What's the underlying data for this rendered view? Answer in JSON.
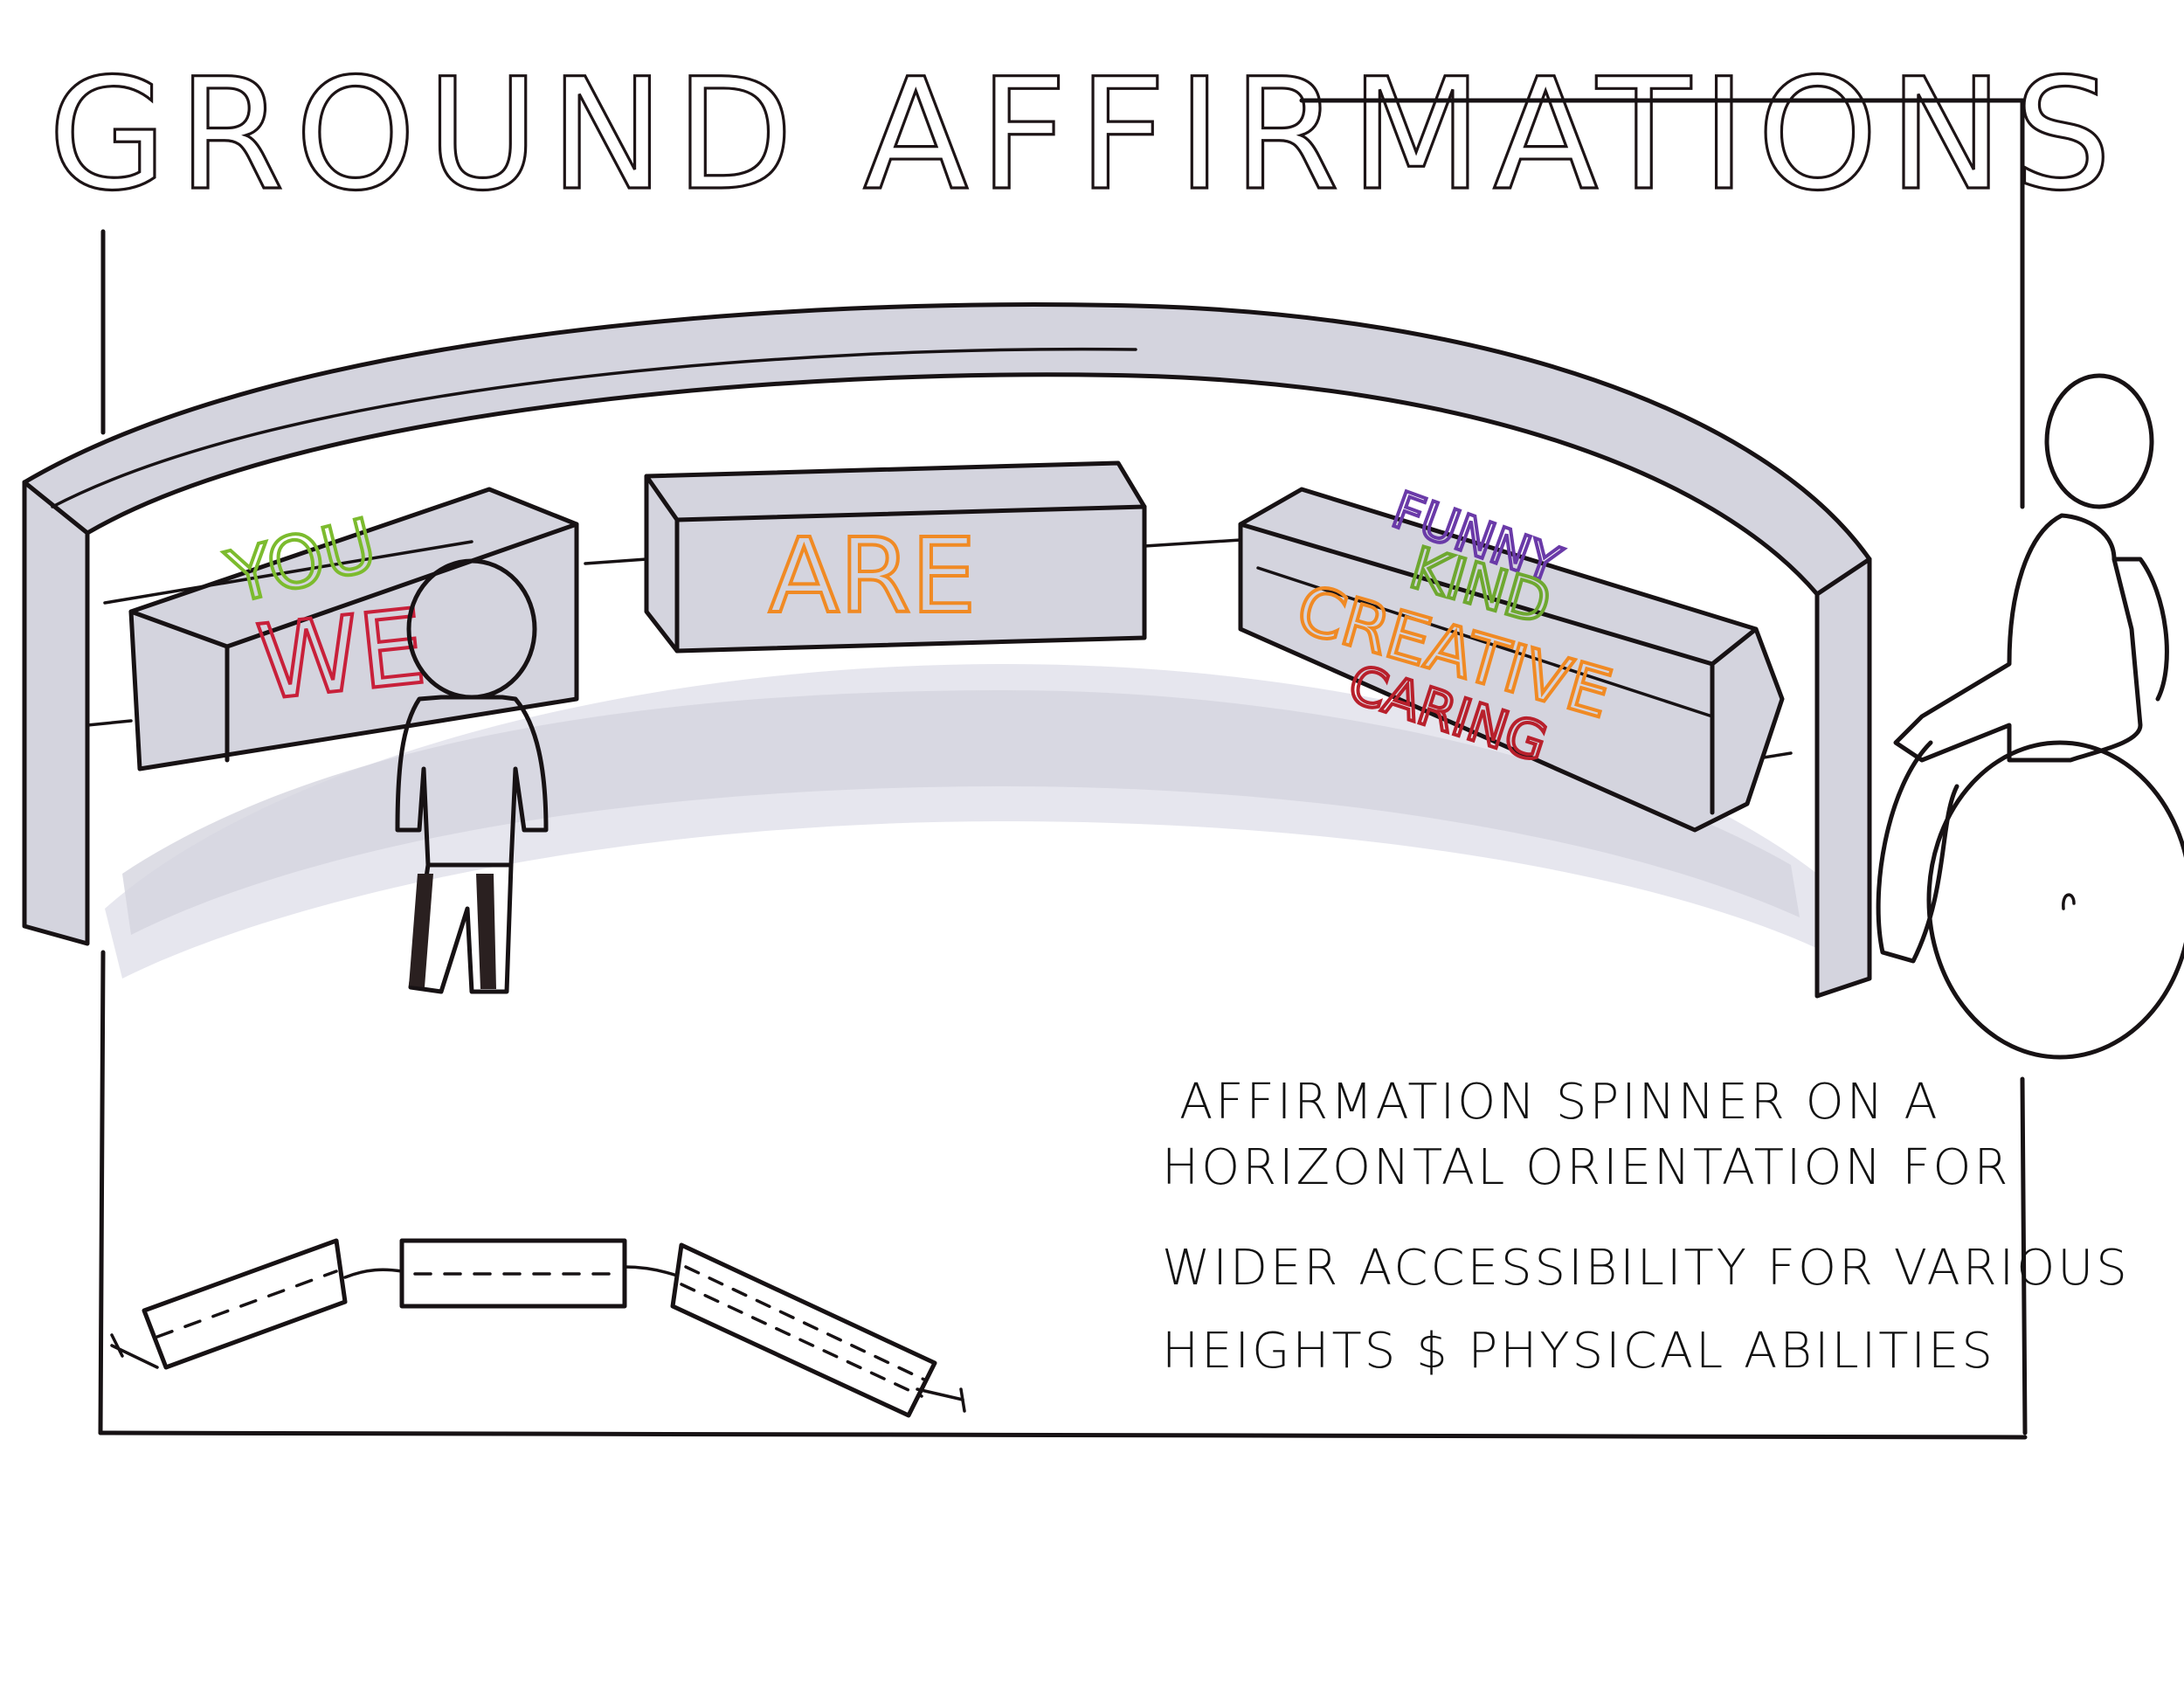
{
  "title": "GROUND AFFIRMATIONS",
  "spinners": {
    "left": {
      "front": "WE",
      "top": "YOU"
    },
    "middle": {
      "front": "ARE"
    },
    "right": {
      "faces": [
        "FUNNY",
        "KIND",
        "CREATIVE",
        "CARING"
      ]
    }
  },
  "colors": {
    "ink": "#171214",
    "shade": "#d4d4de",
    "we": "#c8203a",
    "you": "#7cbb2e",
    "are": "#f08a24",
    "funny": "#6a3aa8",
    "kind": "#6ea830",
    "creative": "#f08a24",
    "caring": "#b8202c"
  },
  "note": {
    "lines": [
      "AFFIRMATION SPINNER ON A",
      "HORIZONTAL ORIENTATION FOR",
      "WIDER ACCESSIBILITY FOR VARIOUS",
      "HEIGHTS $ PHYSICAL ABILITIES"
    ]
  },
  "figures": [
    "standing-person",
    "wheelchair-user"
  ],
  "icons": [
    "arch-frame",
    "spinner-block",
    "plan-view-diagram"
  ]
}
